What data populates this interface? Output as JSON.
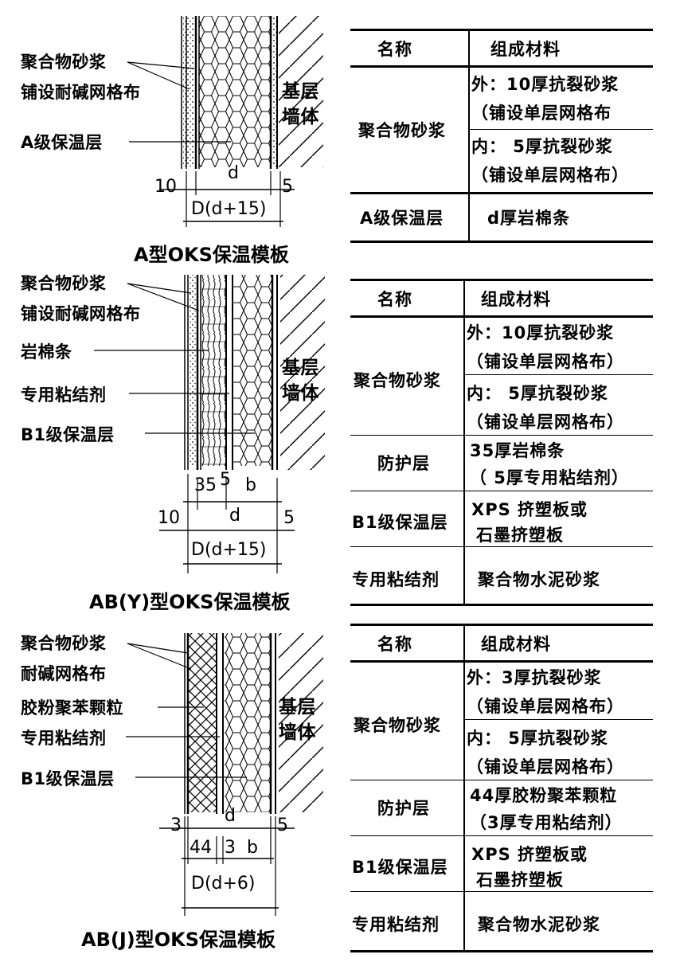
{
  "panels": [
    {
      "id": "A",
      "labels": [
        "聚合物砂浆",
        "铺设耐碱网格布",
        "A级保温层"
      ],
      "wall_label": [
        "基层",
        "墙体"
      ],
      "dims": {
        "left": "10",
        "mid": "d",
        "right": "5",
        "total": "D(d+15)"
      },
      "title": "A型OKS保温模板",
      "table": {
        "header": [
          "名称",
          "组成材料"
        ],
        "rows": [
          {
            "name": "聚合物砂浆",
            "materials": [
              "外：10厚抗裂砂浆",
              "（铺设单层网格布",
              "内： 5厚抗裂砂浆",
              "（铺设单层网格布）"
            ]
          },
          {
            "name": "A级保温层",
            "materials": [
              "d厚岩棉条"
            ]
          }
        ]
      }
    },
    {
      "id": "ABY",
      "labels": [
        "聚合物砂浆",
        "铺设耐碱网格布",
        "岩棉条",
        "专用粘结剂",
        "B1级保温层"
      ],
      "wall_label": [
        "基层",
        "墙体"
      ],
      "dims": {
        "top_a": "35",
        "top_b": "5",
        "top_c": "b",
        "left": "10",
        "mid": "d",
        "right": "5",
        "total": "D(d+15)"
      },
      "title": "AB(Y)型OKS保温模板",
      "table": {
        "header": [
          "名称",
          "组成材料"
        ],
        "rows": [
          {
            "name": "聚合物砂浆",
            "materials": [
              "外：10厚抗裂砂浆",
              "（铺设单层网格布）",
              "内： 5厚抗裂砂浆",
              "（铺设单层网格布）"
            ]
          },
          {
            "name": "防护层",
            "materials": [
              "35厚岩棉条",
              "（ 5厚专用粘结剂）"
            ]
          },
          {
            "name": "B1级保温层",
            "materials": [
              "XPS 挤塑板或",
              "石墨挤塑板"
            ]
          },
          {
            "name": "专用粘结剂",
            "materials": [
              "聚合物水泥砂浆"
            ]
          }
        ]
      }
    },
    {
      "id": "ABJ",
      "labels": [
        "聚合物砂浆",
        "耐碱网格布",
        "胶粉聚苯颗粒",
        "专用粘结剂",
        "B1级保温层"
      ],
      "wall_label": [
        "基层",
        "墙体"
      ],
      "dims": {
        "left": "3",
        "mid": "d",
        "right": "5",
        "bot_a": "44",
        "bot_b": "3",
        "bot_c": "b",
        "total": "D(d+6)"
      },
      "title": "AB(J)型OKS保温模板",
      "table": {
        "header": [
          "名称",
          "组成材料"
        ],
        "rows": [
          {
            "name": "聚合物砂浆",
            "materials": [
              "外：3厚抗裂砂浆",
              "（铺设单层网格布）",
              "内： 5厚抗裂砂浆",
              "（铺设单层网格布）"
            ]
          },
          {
            "name": "防护层",
            "materials": [
              "44厚胶粉聚苯颗粒",
              "（3厚专用粘结剂）"
            ]
          },
          {
            "name": "B1级保温层",
            "materials": [
              "XPS 挤塑板或",
              "石墨挤塑板"
            ]
          },
          {
            "name": "专用粘结剂",
            "materials": [
              "聚合物水泥砂浆"
            ]
          }
        ]
      }
    }
  ]
}
